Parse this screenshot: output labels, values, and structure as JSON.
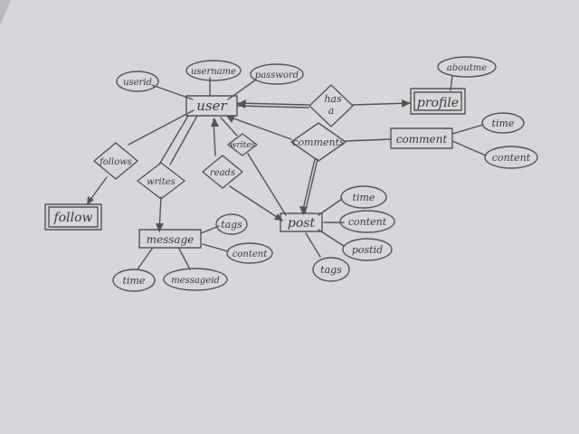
{
  "diagram": {
    "entities": {
      "user": "user",
      "profile": "profile",
      "comment": "comment",
      "post": "post",
      "message": "message",
      "follow": "follow"
    },
    "relationships": {
      "has_a": [
        "has",
        "a"
      ],
      "comments": "comments",
      "follows": "follows",
      "writes_message": "writes",
      "writes_post": "writes",
      "reads": "reads"
    },
    "attributes": {
      "userid": "userid",
      "username": "username",
      "password": "password",
      "aboutme": "aboutme",
      "comment_time": "time",
      "comment_content": "content",
      "post_time": "time",
      "post_content": "content",
      "postid": "postid",
      "post_tags": "tags",
      "message_tags": "tags",
      "message_content": "content",
      "message_time": "time",
      "messageid": "messageid"
    }
  }
}
